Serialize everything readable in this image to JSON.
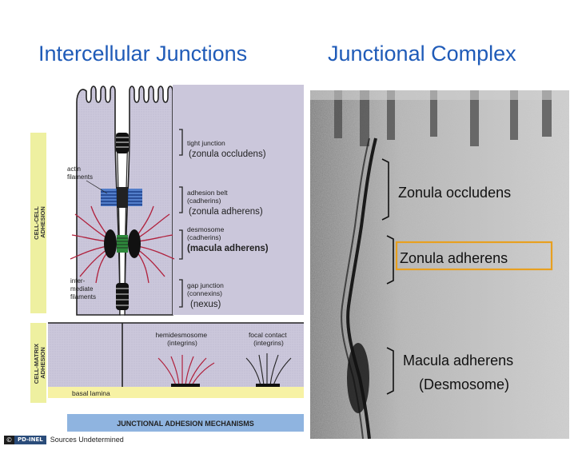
{
  "titles": {
    "left": "Intercellular Junctions",
    "right": "Junctional Complex"
  },
  "diagram": {
    "side_cell_cell_line1": "CELL-CELL",
    "side_cell_cell_line2": "ADHESION",
    "side_cell_matrix_line1": "CELL-MATRIX",
    "side_cell_matrix_line2": "ADHESION",
    "actin_line1": "actin",
    "actin_line2": "filaments",
    "inter_line1": "inter-",
    "inter_line2": "mediate",
    "inter_line3": "filaments",
    "tight_line1": "tight junction",
    "tight_line2": "(zonula occludens)",
    "belt_line1": "adhesion belt",
    "belt_line2": "(cadherins)",
    "belt_line3": "(zonula adherens)",
    "desmo_line1": "desmosome",
    "desmo_line2": "(cadherins)",
    "desmo_line3": "(macula adherens)",
    "gap_line1": "gap junction",
    "gap_line2": "(connexins)",
    "gap_line3": "(nexus)",
    "hemi_line1": "hemidesmosome",
    "hemi_line2": "(integrins)",
    "focal_line1": "focal contact",
    "focal_line2": "(integrins)",
    "basal": "basal lamina",
    "bottom_banner": "JUNCTIONAL ADHESION MECHANISMS"
  },
  "micrograph": {
    "label_occludens": "Zonula occludens",
    "label_adherens": "Zonula adherens",
    "label_macula": "Macula adherens",
    "label_desmosome": "(Desmosome)",
    "highlight_color": "#e8a020"
  },
  "footer": {
    "cc_glyph": "©",
    "pd_badge": "PD-INEL",
    "source": "Sources Undetermined"
  },
  "colors": {
    "title": "#1f5bb8",
    "cell": "#c7c3d8",
    "side_bar": "#eef0a0",
    "basal_lamina": "#f7f2a4",
    "banner": "#8fb4e0",
    "actin": "#2b66c4",
    "intermediate_filaments": "#b0203c"
  }
}
